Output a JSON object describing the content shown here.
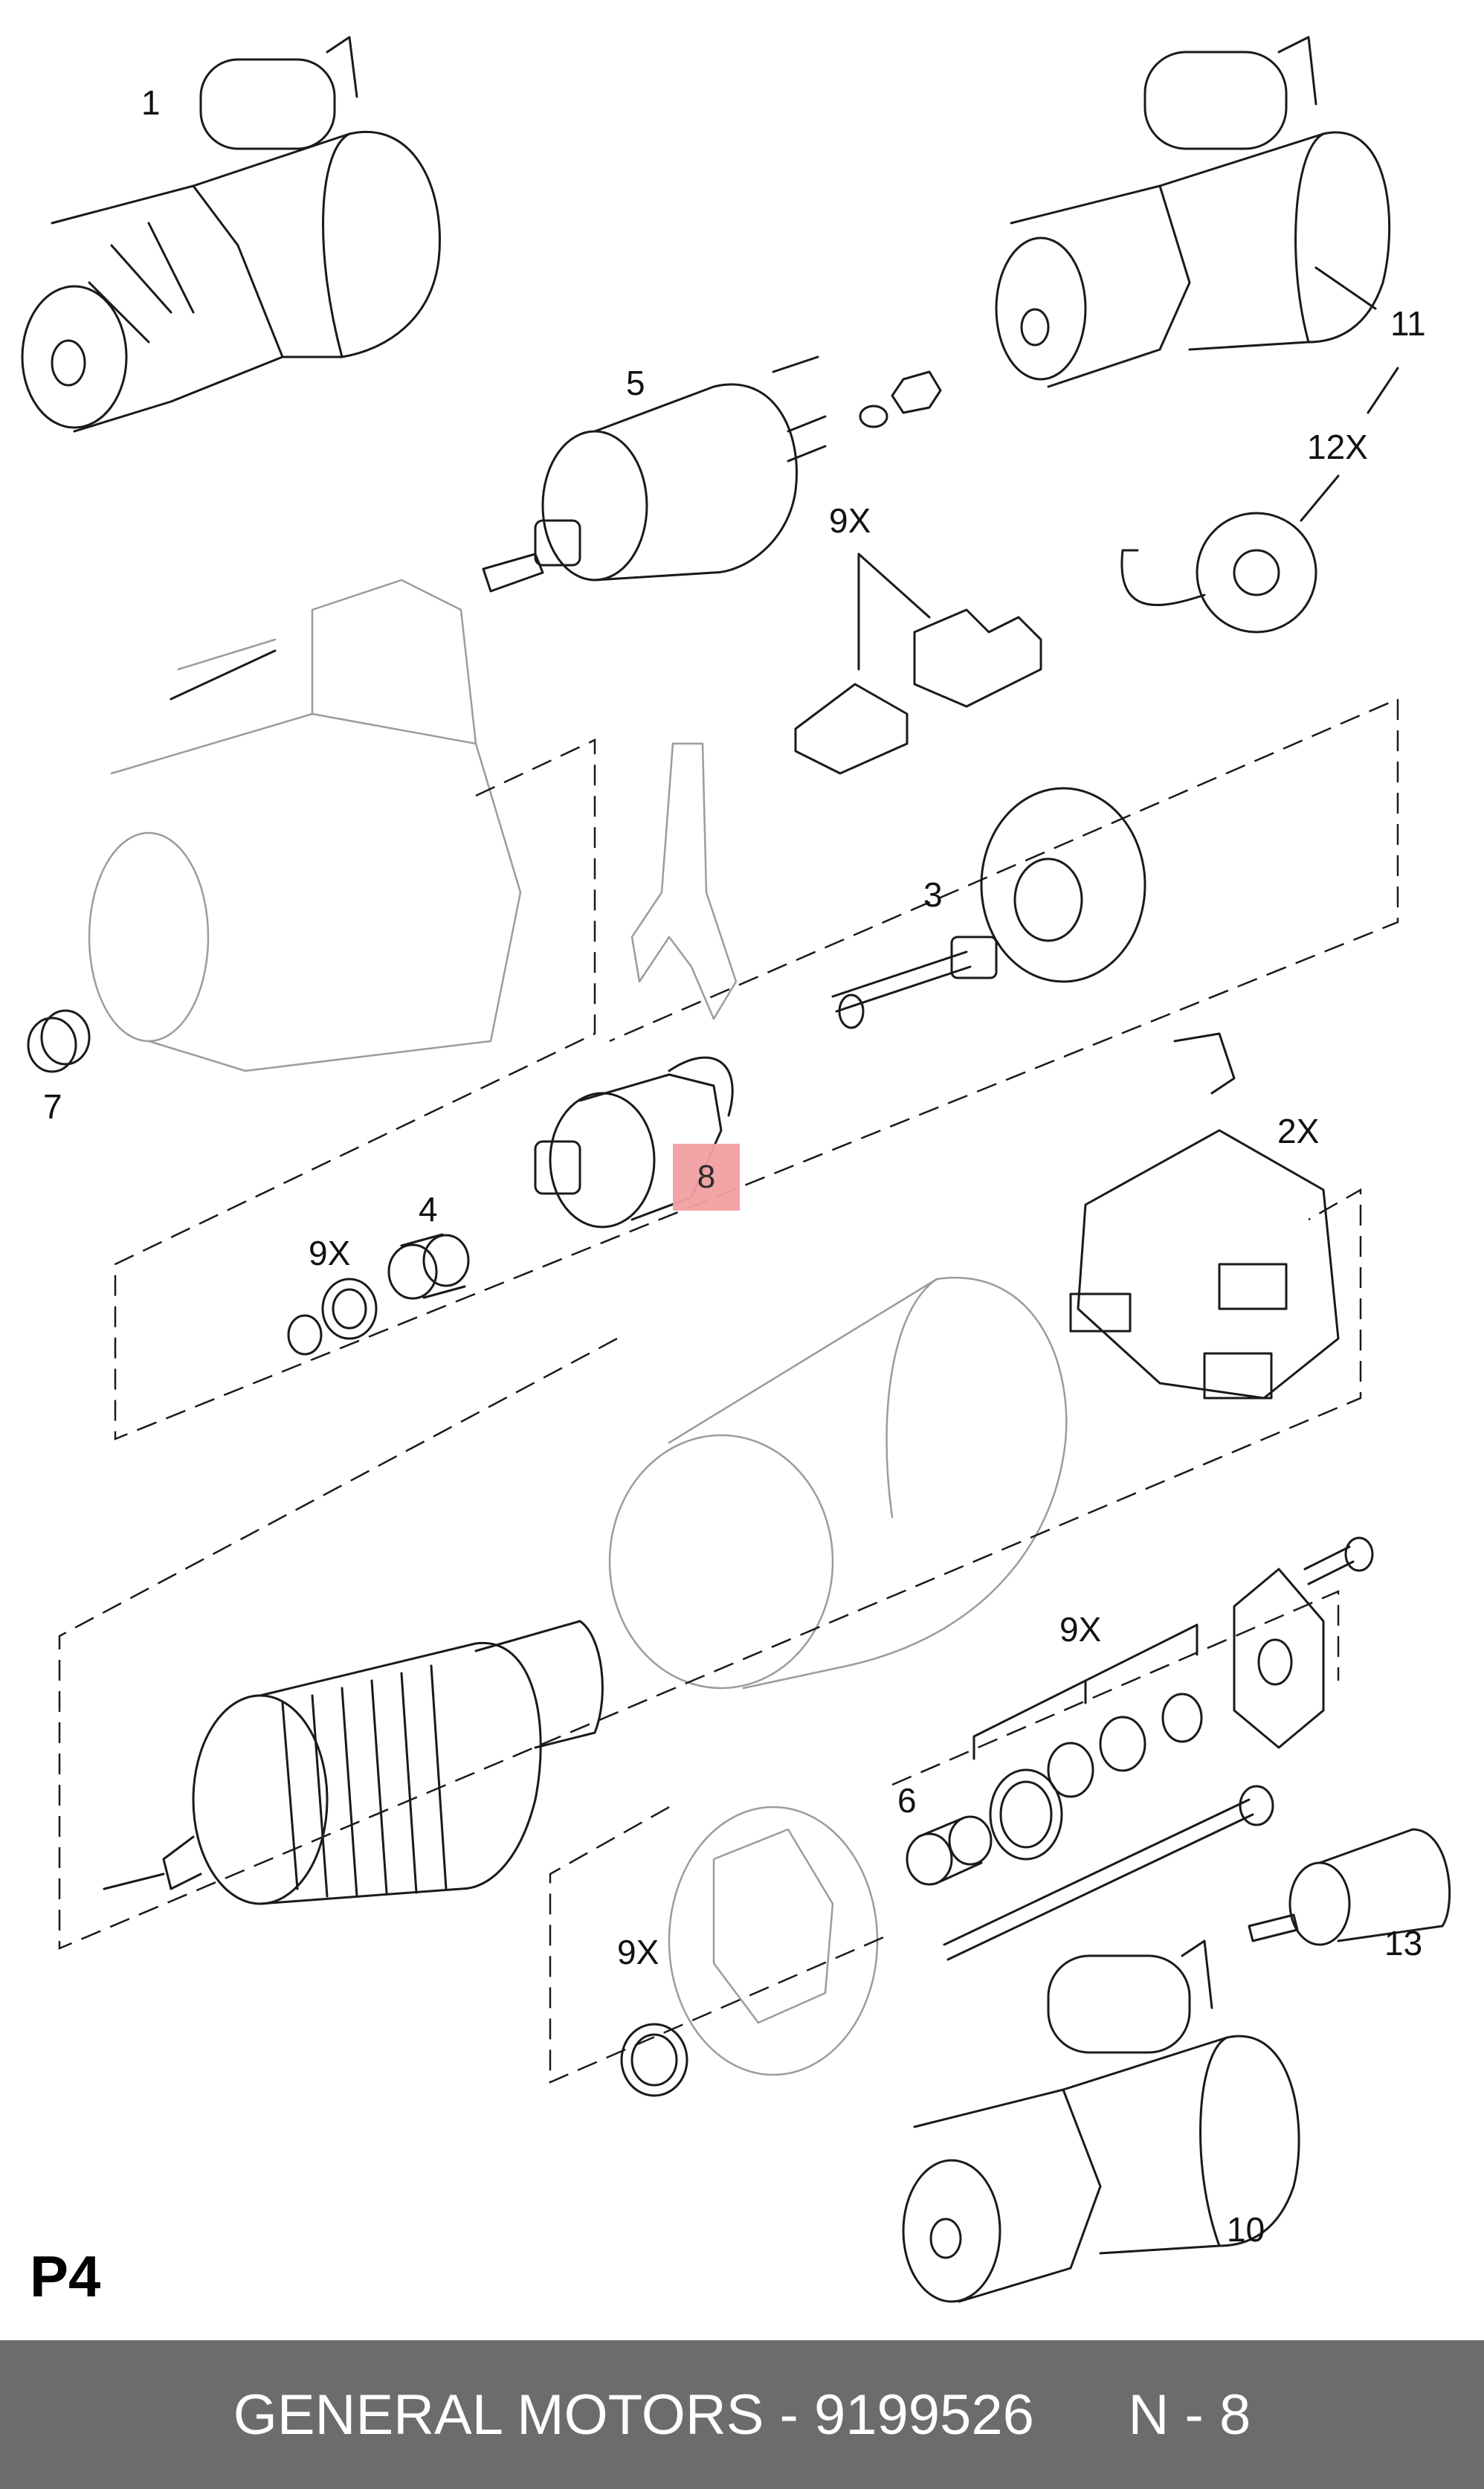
{
  "labels": {
    "l1": "1",
    "l2x": "2X",
    "l3": "3",
    "l4": "4",
    "l5": "5",
    "l6": "6",
    "l7": "7",
    "l8": "8",
    "l9x_a": "9X",
    "l9x_b": "9X",
    "l9x_c": "9X",
    "l9x_d": "9X",
    "l10": "10",
    "l11": "11",
    "l12x": "12X",
    "l13": "13"
  },
  "page_code": "P4",
  "footer": {
    "text": "GENERAL MOTORS - 9199526      N - 8"
  },
  "colors": {
    "footer_bg": "#6c6c6c",
    "highlight": "#f2a0a3",
    "line": "#1a1a1a",
    "ghost_line": "#9c9c9c"
  }
}
